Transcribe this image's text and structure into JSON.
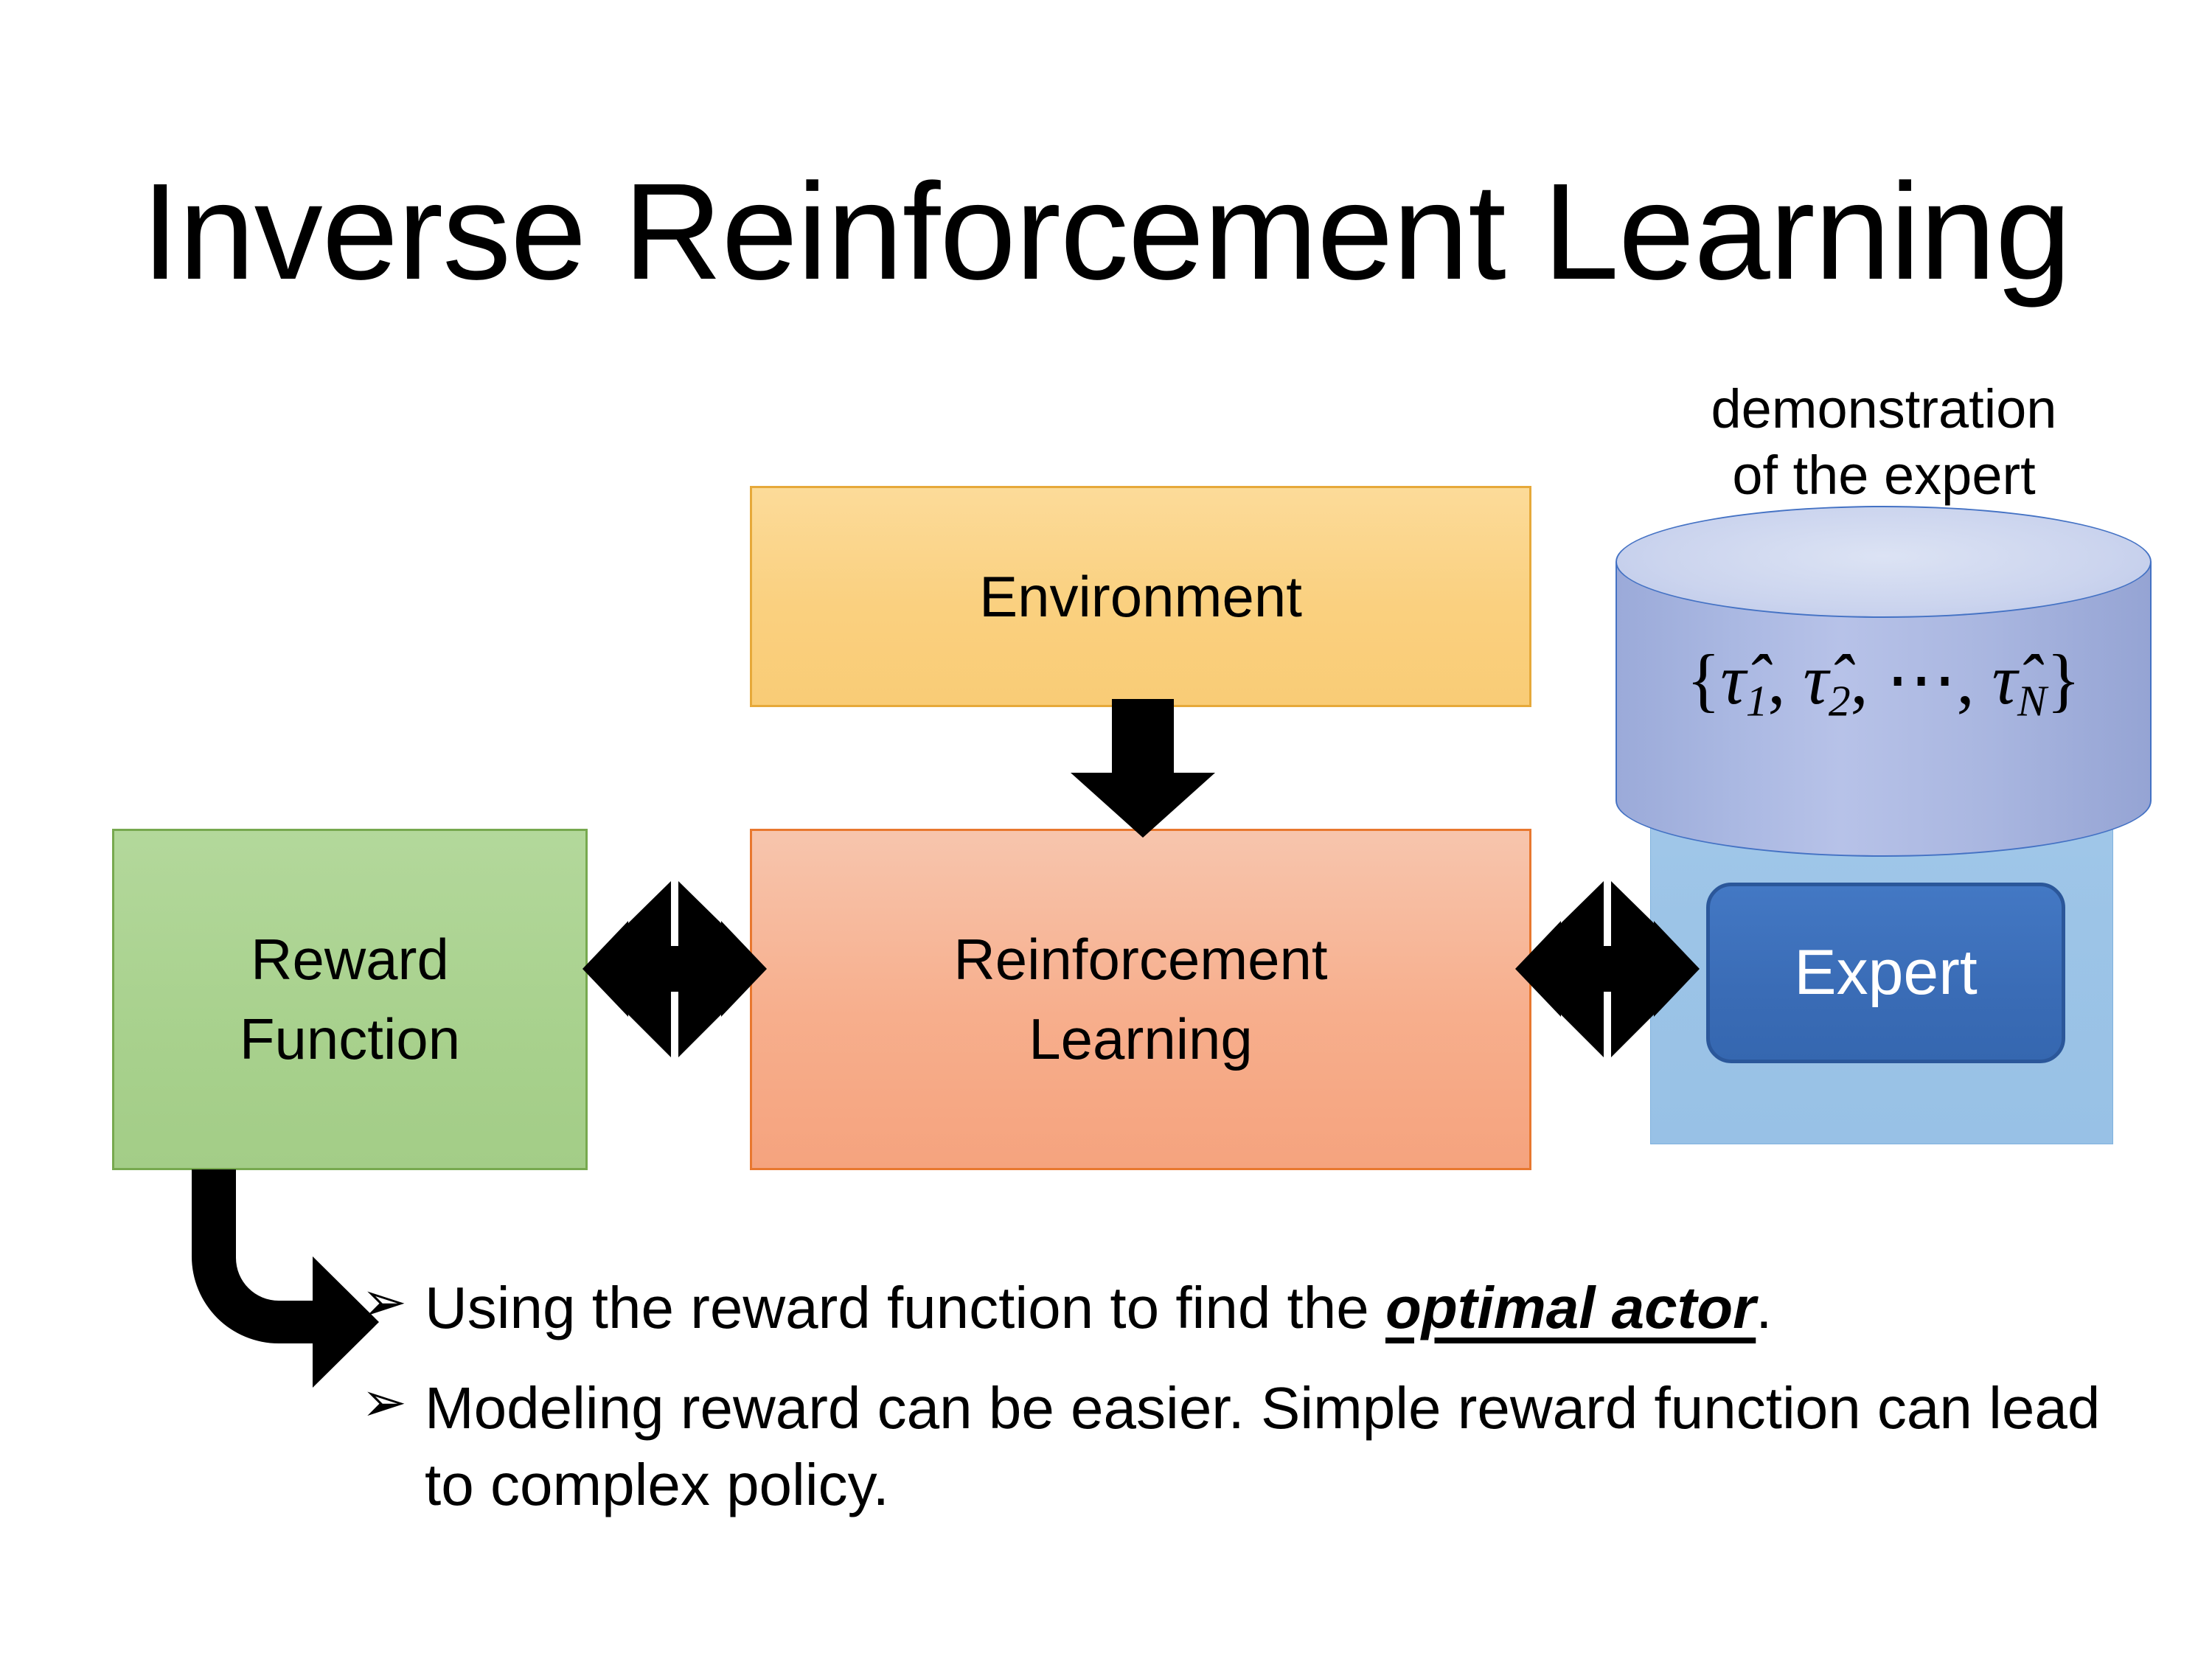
{
  "slide": {
    "title": "Inverse Reinforcement Learning",
    "background_color": "#FFFFFF"
  },
  "diagram": {
    "environment_box": {
      "label": "Environment",
      "fill_color": "#FAD07F",
      "border_color": "#E6A93A"
    },
    "rl_box": {
      "label_line1": "Reinforcement",
      "label_line2": "Learning",
      "fill_color": "#F7AE8C",
      "border_color": "#E8782F"
    },
    "reward_box": {
      "label_line1": "Reward",
      "label_line2": "Function",
      "fill_color": "#A8D18D",
      "border_color": "#77A94F"
    },
    "expert_panel": {
      "fill_color": "#9CC4E7",
      "border_color": "#7FB2DE"
    },
    "expert_box": {
      "label": "Expert",
      "fill_color": "#3A6CB6",
      "border_color": "#2B579A",
      "text_color": "#FFFFFF"
    },
    "demonstration_cylinder": {
      "caption_line1": "demonstration",
      "caption_line2": "of the expert",
      "trajectory_set_open": "{",
      "tau_1": "τ̂",
      "tau_1_sub": "1",
      "sep_1": ",",
      "tau_2": "τ̂",
      "tau_2_sub": "2",
      "sep_2": ",",
      "ellipsis": "⋯",
      "sep_3": ",",
      "tau_n": "τ̂",
      "tau_n_sub": "N",
      "trajectory_set_close": "}",
      "fill_color": "#A9B6E0",
      "top_fill_color": "#CBD4EE",
      "stroke_color": "#4472C4"
    },
    "arrows": {
      "environment_to_rl": "down-arrow",
      "reward_to_rl": "four-way-arrow",
      "rl_to_expert": "four-way-arrow",
      "reward_to_bullets": "elbow-arrow-down-right",
      "color": "#000000"
    }
  },
  "bullets": [
    {
      "marker": "➢",
      "text_before": "Using the reward function to find the ",
      "emphasis": "optimal actor",
      "text_after": "."
    },
    {
      "marker": "➢",
      "text_before": "Modeling reward can be easier. Simple reward function can lead to complex policy.",
      "emphasis": "",
      "text_after": ""
    }
  ]
}
